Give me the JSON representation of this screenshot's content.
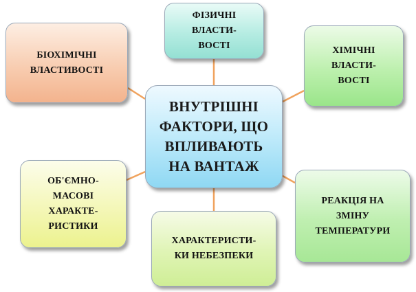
{
  "diagram": {
    "center": {
      "label": "ВНУТРІШНІ\nФАКТОРИ, ЩО\nВПЛИВАЮТЬ\nНА ВАНТАЖ"
    },
    "nodes": {
      "physical": {
        "label": "ФІЗИЧНІ\nВЛАСТИ-\nВОСТІ"
      },
      "chemical": {
        "label": "ХІМІЧНІ\nВЛАСТИ-\nВОСТІ"
      },
      "biochemical": {
        "label": "БІОХІМІЧНІ\nВЛАСТИВОСТІ"
      },
      "volume_mass": {
        "label": "ОБ'ЄМНО-\nМАСОВІ\nХАРАКТЕ-\nРИСТИКИ"
      },
      "hazard": {
        "label": "ХАРАКТЕРИСТИ-\nКИ НЕБЕЗПЕКИ"
      },
      "temperature": {
        "label": "РЕАКЦІЯ НА\nЗМІНУ\nТЕМПЕРАТУРИ"
      }
    },
    "colors": {
      "connector": "#f0a35e",
      "center_fill": "#a9e2f6",
      "physical_fill": "#b5ece2",
      "chemical_fill": "#bdf0ae",
      "biochemical_fill": "#f8cdb1",
      "volume_mass_fill": "#f4f7b8",
      "hazard_fill": "#dff4b4",
      "temperature_fill": "#bfefb0"
    }
  }
}
